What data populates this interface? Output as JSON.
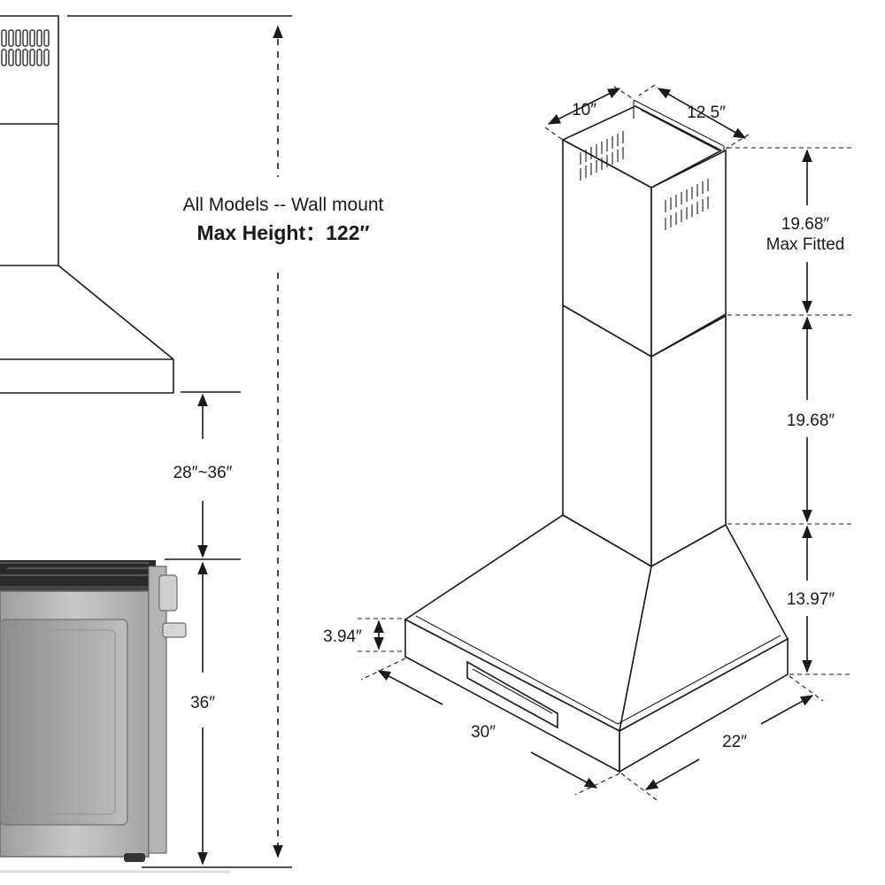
{
  "header": {
    "line1": "All Models -- Wall mount",
    "line2": "Max Height：122″"
  },
  "dimensions": {
    "clearance": "28″~36″",
    "range_height": "36″",
    "depth_top": "10″",
    "width_top": "12.5″",
    "upper_chimney": "19.68″",
    "upper_chimney_note": "Max Fitted",
    "lower_chimney": "19.68″",
    "canopy_height": "13.97″",
    "lip_height": "3.94″",
    "width_bottom": "30″",
    "depth_bottom": "22″"
  },
  "colors": {
    "line": "#1a1a1a",
    "range_steel": "#b8b8b8",
    "range_cooktop": "#2a2a2a"
  }
}
